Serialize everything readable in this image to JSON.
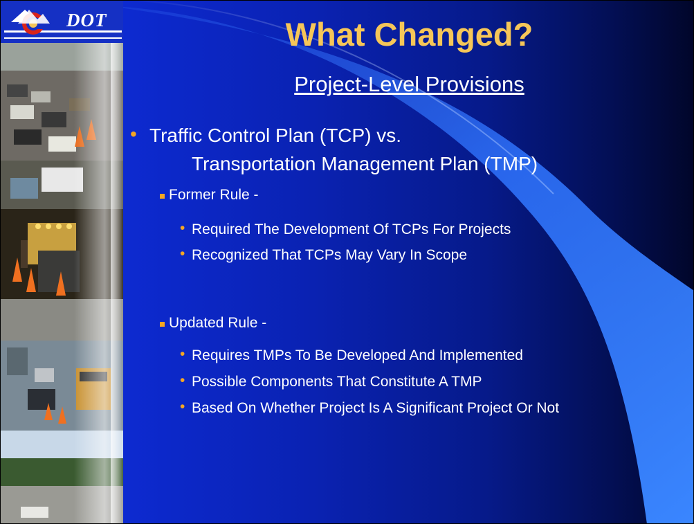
{
  "logo": {
    "text": "DOT"
  },
  "slide": {
    "title": "What Changed?",
    "subtitle": "Project-Level Provisions",
    "bullet1": {
      "line1": "Traffic Control Plan (TCP) vs.",
      "line2": "Transportation Management Plan (TMP)"
    },
    "former": {
      "heading": "Former Rule -",
      "items": [
        "Required The Development Of TCPs For Projects",
        "Recognized That TCPs May Vary In Scope"
      ]
    },
    "updated": {
      "heading": "Updated Rule -",
      "items": [
        "Requires TMPs To Be Developed And Implemented",
        "Possible Components That Constitute A TMP",
        "Based On Whether Project Is A Significant Project Or Not"
      ]
    }
  },
  "colors": {
    "title": "#f6c658",
    "bullet": "#f5a623",
    "background": "#0a22b2"
  }
}
